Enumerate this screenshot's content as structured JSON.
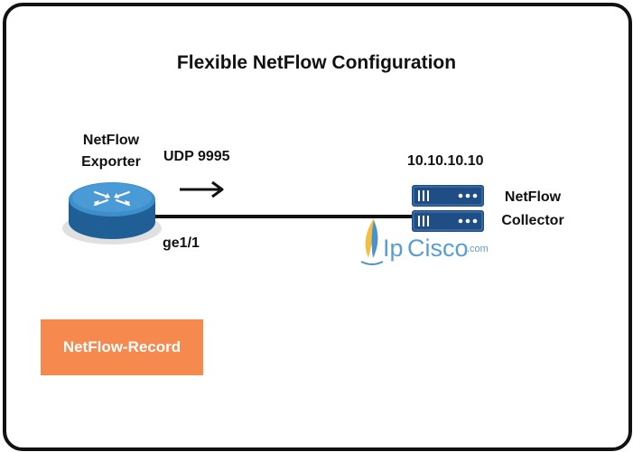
{
  "title": "Flexible NetFlow Configuration",
  "exporter": {
    "line1": "NetFlow",
    "line2": "Exporter",
    "icon": "router-icon"
  },
  "link": {
    "protocol_label": "UDP 9995",
    "interface_label": "ge1/1",
    "direction_icon": "arrow-right-icon"
  },
  "collector": {
    "ip": "10.10.10.10",
    "line1": "NetFlow",
    "line2": "Collector",
    "icon": "server-icon"
  },
  "record": {
    "label": "NetFlow-Record",
    "color": "#f6894e"
  },
  "watermark": {
    "text_ip": "Ip",
    "text_cisco": "Cisco",
    "text_com": ".com"
  },
  "colors": {
    "router_blue": "#2e7fb8",
    "server_navy": "#1f4e86",
    "frame": "#111111"
  }
}
